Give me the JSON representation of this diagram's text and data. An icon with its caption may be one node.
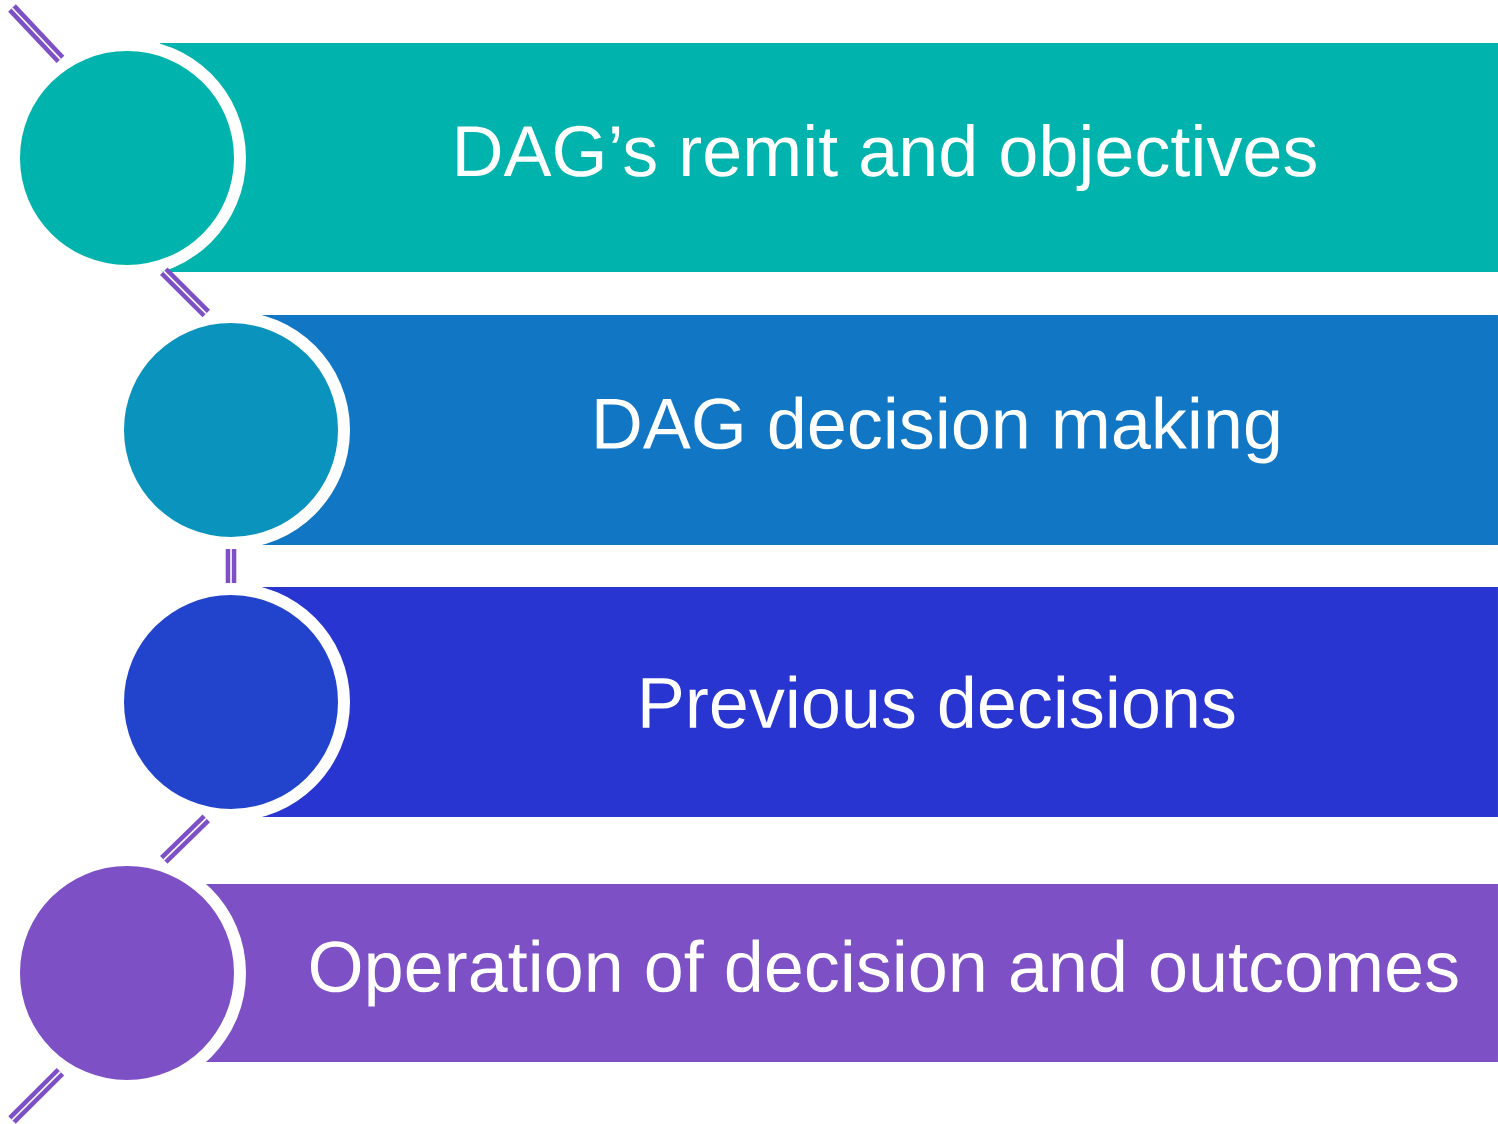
{
  "diagram": {
    "nodes": [
      {
        "text": [],
        "shape": "circle"
      },
      {
        "text": [
          "DAG’s remit and objectives"
        ]
      },
      {
        "text": [],
        "shape": "circle"
      },
      {
        "text": [
          "DAG decision making"
        ]
      },
      {
        "text": [],
        "shape": "circle"
      },
      {
        "text": [
          "Previous decisions"
        ]
      },
      {
        "text": [],
        "shape": "circle"
      },
      {
        "text": [
          "Operation of decision and outcomes"
        ]
      }
    ],
    "edges": [
      {
        "from": null,
        "to": 0,
        "arrow": "none"
      },
      {
        "from": 0,
        "to": 2,
        "arrow": "none"
      },
      {
        "from": 2,
        "to": 4,
        "arrow": "none"
      },
      {
        "from": 4,
        "to": 6,
        "arrow": "none"
      },
      {
        "from": 6,
        "to": null,
        "arrow": "none"
      }
    ]
  }
}
